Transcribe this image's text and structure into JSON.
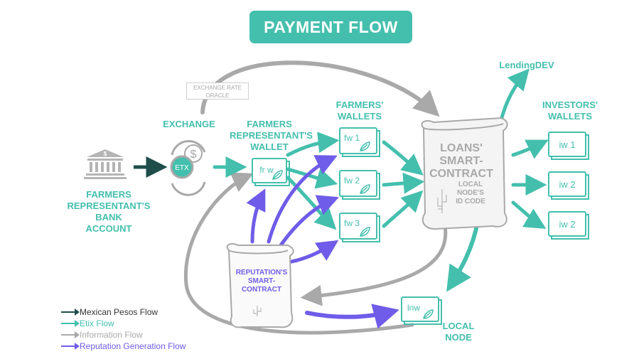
{
  "title": "PAYMENT FLOW",
  "nodes": {
    "bank_account": "FARMERS\nREPRESENTANT'S\nBANK\nACCOUNT",
    "exchange": "EXCHANGE",
    "exchange_coin": "ETX",
    "exchange_rate_oracle": "EXCHANGE RATE\nORACLE",
    "representant_wallet": "FARMERS\nREPRESENTANT'S\nWALLET",
    "representant_wallet_code": "fr w",
    "farmers_wallets": "FARMERS'\nWALLETS",
    "fw1": "fw 1",
    "fw2": "fw 2",
    "fw3": "fw 3",
    "loans_contract": "LOANS'\nSMART-\nCONTRACT",
    "local_node_id": "LOCAL\nNODE'S\nID CODE",
    "lending_dev": "LendingDEV",
    "investors_wallets": "INVESTORS'\nWALLETS",
    "iw1": "iw 1",
    "iw2a": "iw 2",
    "iw2b": "iw 2",
    "reputation_contract": "REPUTATION'S\nSMART-\nCONTRACT",
    "local_node": "LOCAL\nNODE",
    "local_node_code": "lnw"
  },
  "legend": [
    {
      "label": "Mexican Pesos Flow",
      "color": "#1f4e4a"
    },
    {
      "label": "Etix Flow",
      "color": "#44bfad"
    },
    {
      "label": "Information Flow",
      "color": "#a9a9a9"
    },
    {
      "label": "Reputation Generation Flow",
      "color": "#6f5ce8"
    }
  ],
  "colors": {
    "teal": "#44bfad",
    "dark_teal": "#1f4e4a",
    "gray": "#a9a9a9",
    "purple": "#6f5ce8"
  }
}
